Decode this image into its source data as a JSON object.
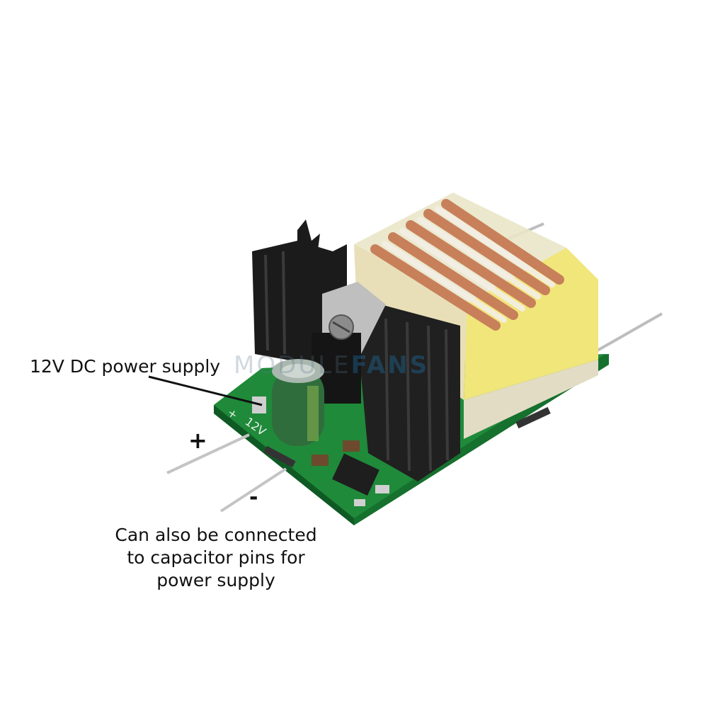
{
  "annotations": {
    "power_label": "12V DC power supply",
    "plus_sign": "+",
    "minus_sign": "-",
    "capacitor_note_lines": [
      "Can also be connected",
      "to capacitor pins for",
      "power supply"
    ]
  },
  "board": {
    "silkscreen_plus": "+",
    "silkscreen_voltage": "12V"
  },
  "watermark": {
    "part1": "MODULE",
    "part2": "FANS"
  },
  "colors": {
    "pcb_green": "#1f8a3a",
    "heatsink_black": "#1b1b1b",
    "transformer_yellow": "#f0e67a",
    "copper": "#c8805a",
    "capacitor_green": "#2f6e3c"
  }
}
